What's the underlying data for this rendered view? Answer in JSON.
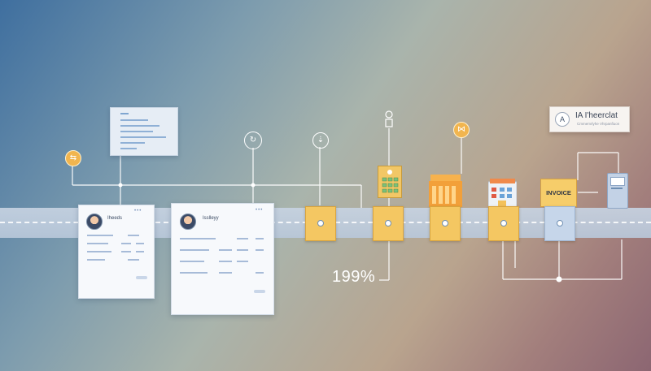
{
  "cards": {
    "card1_title": "Iheeds",
    "card2_title": "Isslleyy",
    "card_menu": "•••"
  },
  "metrics": {
    "percentage": "199%"
  },
  "invoice": {
    "label": "INVOICE"
  },
  "brand": {
    "logo_letter": "A",
    "title": "IA I'heerclat",
    "subtitle": "Cmmemrlyhe Vhrpanfiuon"
  },
  "colors": {
    "track": "#c0cfe0",
    "box_yellow": "#f4c762",
    "box_blue": "#c6d6ea",
    "icon_orange": "#f1b54f"
  }
}
